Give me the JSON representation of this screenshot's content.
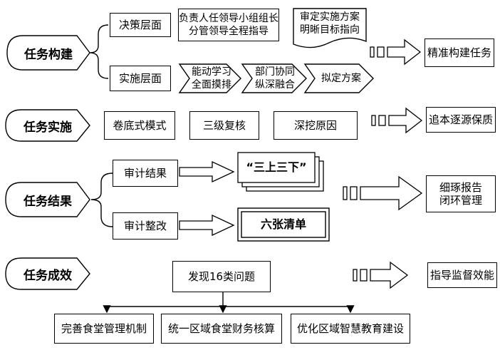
{
  "rows": {
    "build": {
      "label": "任务构建",
      "decision": {
        "label": "决策层面",
        "box1": "负责人任领导小组组长\n分管领导全程指导",
        "doc": "审定实施方案\n明晰目标指向"
      },
      "implement": {
        "label": "实施层面",
        "steps": [
          "能动学习\n全面摸排",
          "部门协同\n纵深融合",
          "拟定方案"
        ]
      },
      "result": "精准构建任务"
    },
    "execute": {
      "label": "任务实施",
      "items": [
        "卷底式模式",
        "三级复核",
        "深挖原因"
      ],
      "result": "追本逐源保质"
    },
    "outcome": {
      "label": "任务结果",
      "audit_result": "审计结果",
      "audit_result_target": "“三上三下”",
      "audit_fix": "审计整改",
      "audit_fix_target": "六张清单",
      "result": "细琢报告\n闭环管理"
    },
    "effect": {
      "label": "任务成效",
      "center": "发现16类问题",
      "items": [
        "完善食堂管理机制",
        "统一区域食堂财务核算",
        "优化区域智慧教育建设"
      ],
      "result": "指导监督效能"
    }
  }
}
